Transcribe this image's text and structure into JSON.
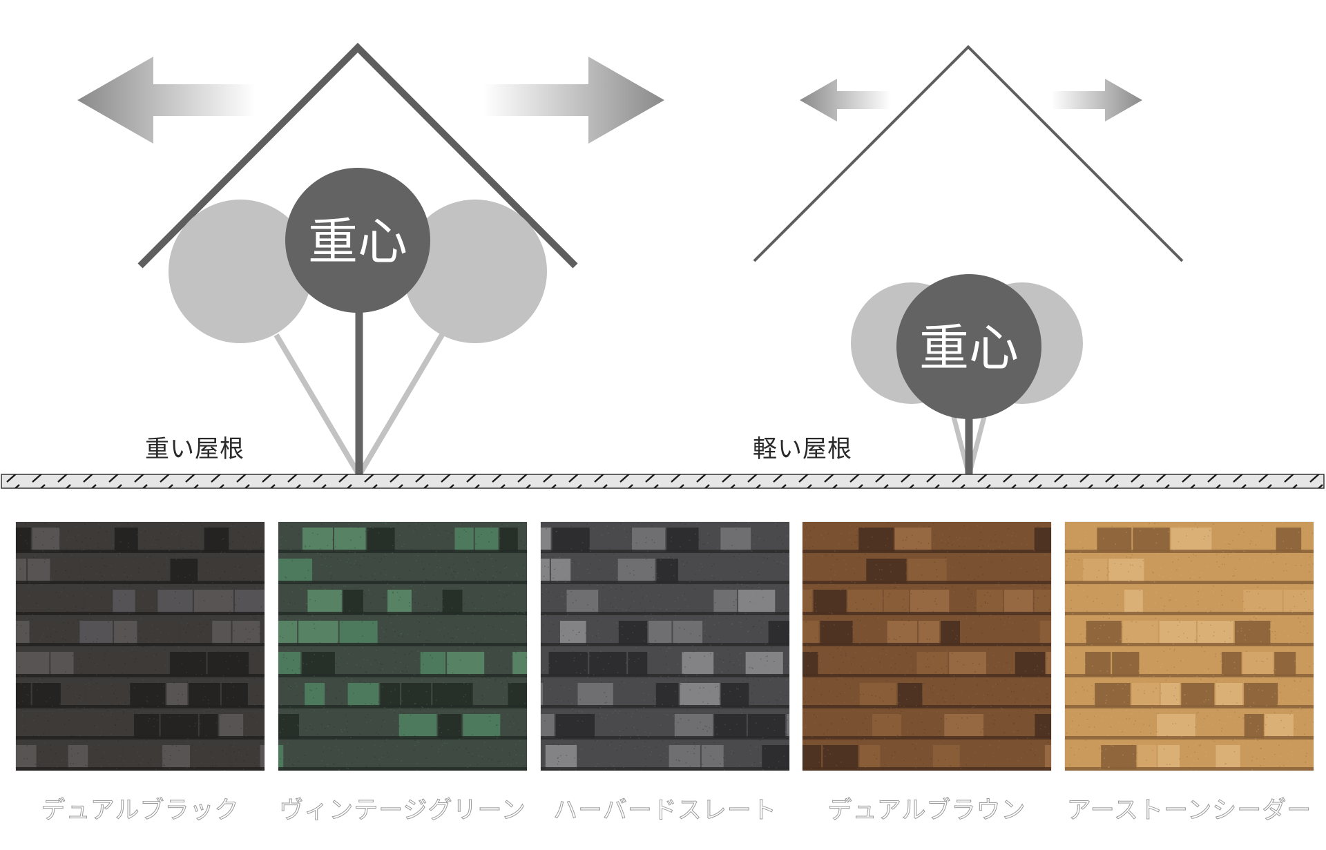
{
  "diagram": {
    "heavy_roof": {
      "label": "重い屋根",
      "center_label": "重心"
    },
    "light_roof": {
      "label": "軽い屋根",
      "center_label": "重心"
    },
    "colors": {
      "primary_gray": "#636363",
      "ghost_gray": "#c2c2c2",
      "roof_stroke": "#5e5e5e",
      "ground_fill": "#e6e6e6"
    }
  },
  "swatches": [
    {
      "name": "デュアルブラック",
      "base": "#3d3b39",
      "light": "#5a5856",
      "dark": "#222120",
      "accent": "#58575a"
    },
    {
      "name": "ヴィンテージグリーン",
      "base": "#3e4a42",
      "light": "#4f8060",
      "dark": "#252c27",
      "accent": "#5a8a68"
    },
    {
      "name": "ハーバードスレート",
      "base": "#4a4a4c",
      "light": "#737375",
      "dark": "#2a2a2c",
      "accent": "#8a8a8c"
    },
    {
      "name": "デュアルブラウン",
      "base": "#7a5232",
      "light": "#9a6c44",
      "dark": "#4a3020",
      "accent": "#8a5e38"
    },
    {
      "name": "アーストーンシーダー",
      "base": "#c99a5c",
      "light": "#ddb27a",
      "dark": "#8a6238",
      "accent": "#d4a66a"
    }
  ]
}
